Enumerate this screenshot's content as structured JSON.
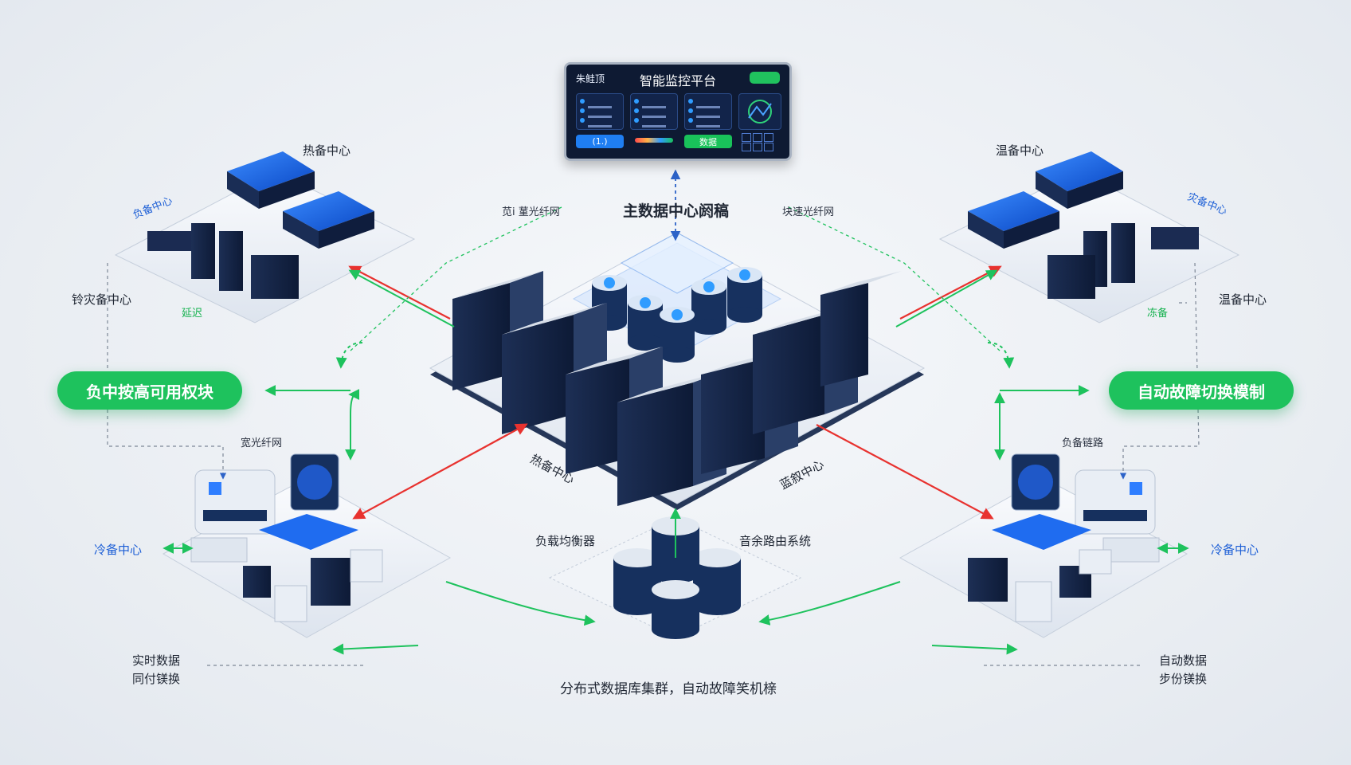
{
  "monitor": {
    "subtitle": "朱鲑顶",
    "title": "智能监控平台",
    "btn_left": "(1.)",
    "btn_right": "数据"
  },
  "center": {
    "title": "主数据中心阏稿",
    "link_left": "苋i 蓳光纤网",
    "link_right": "块速光纤网",
    "diag_left": "热备中心",
    "diag_right": "蓝叙中心"
  },
  "topleft": {
    "name": "热备中心",
    "tag": "负备中心",
    "side": "铃灾备中心",
    "delay": "延迟"
  },
  "topright": {
    "name": "温备中心",
    "tag": "灾备中心",
    "side": "温备中心",
    "delay": "冻备"
  },
  "left_module": {
    "pill": "负中按高可用权块",
    "net": "宽光纤网",
    "cold": "冷备中心",
    "sync1": "实时数据",
    "sync2": "同付镁换"
  },
  "right_module": {
    "pill": "自动故障切换模制",
    "link": "负备链路",
    "cold": "冷备中心",
    "sync1": "自动数据",
    "sync2": "步份镁换"
  },
  "bottom": {
    "lb": "负载均衡器",
    "router": "音余路由系统",
    "caption": "分布式数据库集群，自动故障笑机榇"
  },
  "colors": {
    "accent_green": "#1ec25d",
    "accent_blue": "#1d5fd6",
    "link_red": "#e8322f",
    "panel_dark": "#0e1a33"
  }
}
